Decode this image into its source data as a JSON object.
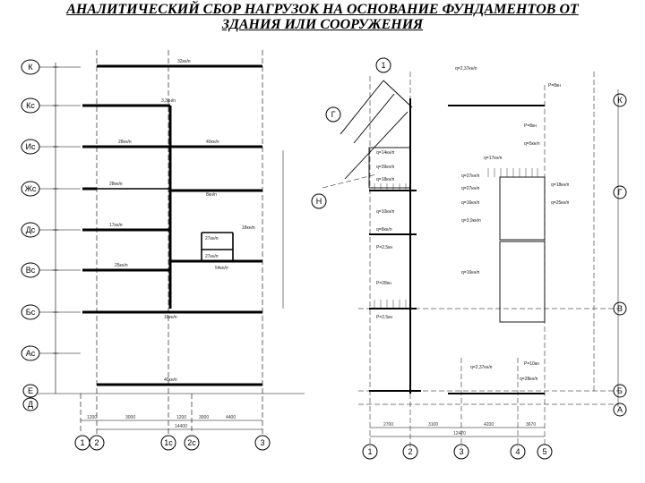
{
  "title": {
    "line1": "АНАЛИТИЧЕСКИЙ СБОР НАГРУЗОК НА ОСНОВАНИЕ ФУНДАМЕНТОВ ОТ",
    "line2": "ЗДАНИЯ ИЛИ СООРУЖЕНИЯ"
  },
  "left_plan": {
    "row_axes": [
      "К",
      "Кс",
      "Ис",
      "Жс",
      "Дс",
      "Вс",
      "Бс",
      "Ас",
      "Е",
      "Д"
    ],
    "col_axes": [
      "1",
      "2",
      "1с",
      "2с",
      "3"
    ],
    "loads": {
      "k": "32кн/п",
      "ks": "3,3кн/п",
      "is_left": "28кн/п",
      "is_right": "40кн/п",
      "zhs_left": "28кн/п",
      "zhs_right": "8кн/п",
      "ds_left": "17кн/п",
      "ds_box": "27кн/п",
      "ds_right": "18кн/п",
      "ds_box2": "27кн/п",
      "vs_left": "25кн/п",
      "vs_right": "54кн/п",
      "bs": "18кн/п",
      "e": "40кн/п"
    },
    "bottom_dims": [
      "1200",
      "3000",
      "1200",
      "3000",
      "4400"
    ],
    "bottom_total": "14400"
  },
  "right_plan": {
    "col_axes": [
      "1",
      "2",
      "3",
      "4",
      "5"
    ],
    "row_axes_right": [
      "К",
      "Г",
      "В",
      "Б",
      "А"
    ],
    "left_axes": [
      "1",
      "Г",
      "Н"
    ],
    "loads": {
      "top": "q=2,37кн/п",
      "top_right": "P=8кн",
      "n1": "P=8кн",
      "n2": "q=5кн/п",
      "n3": "q=14кн/п",
      "n4": "q=17кн/п",
      "box1": "q=39кн/п",
      "box2": "q=27кн/п",
      "n5": "q=18кн/п",
      "n6": "q=27кн/п",
      "n7": "q=18кн/п",
      "n8": "q=10кн/п",
      "n9": "q=16кн/п",
      "n10": "q=25кн/п",
      "n11": "q=3,9кн/п",
      "n12": "q=8кн/п",
      "n13": "P=2,5кн",
      "n14": "q=16кн/п",
      "n15": "P=28кн",
      "n16": "P=2,5кн",
      "bottom1": "q=2,37кн/п",
      "bottom2": "P=10кн",
      "bottom3": "q=28кн/п"
    },
    "bottom_dims": [
      "2700",
      "3100",
      "4200",
      "3670"
    ],
    "bottom_total": "12470"
  }
}
